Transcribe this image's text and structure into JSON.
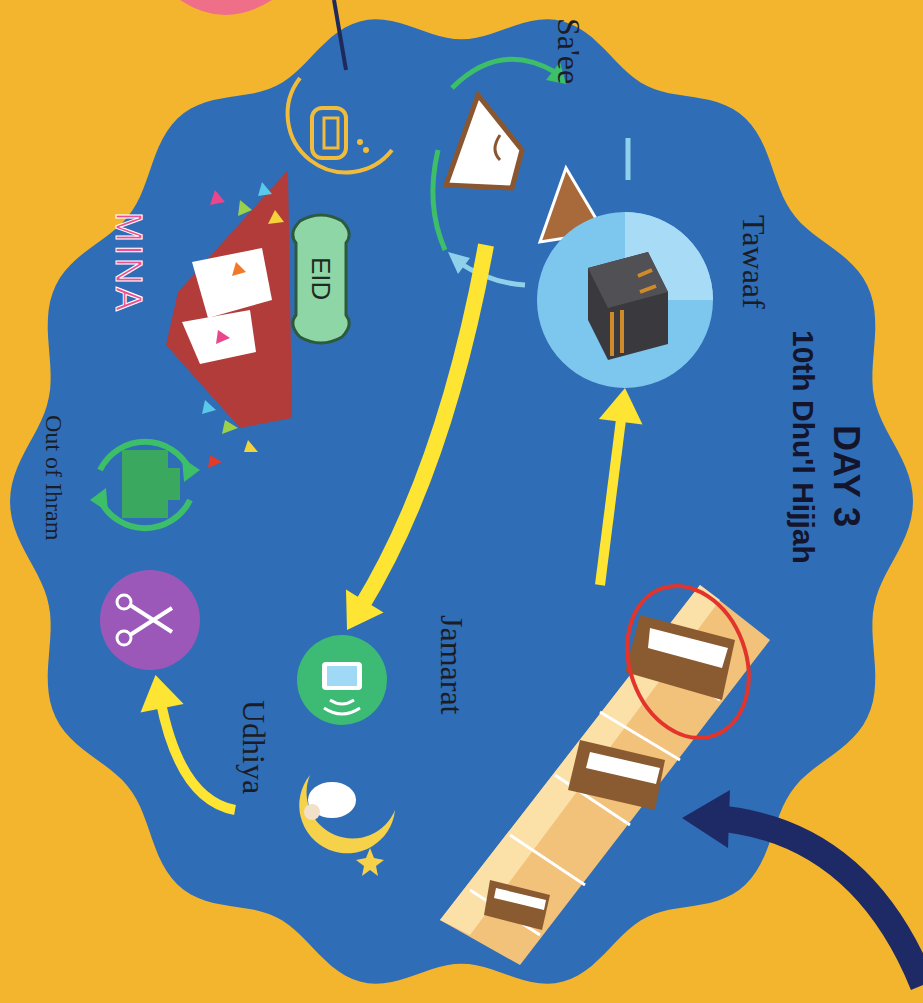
{
  "diagram": {
    "nodes": [
      {
        "text": [
          "DAY 3",
          "10th Dhu'l Hijjah"
        ]
      },
      {
        "text": [
          "Jamarat"
        ],
        "in": 0
      },
      {
        "text": [
          "Tawaaf"
        ],
        "in": 0
      },
      {
        "text": [
          "Sa'ee"
        ],
        "in": 0
      },
      {
        "text": [
          "Udhiya"
        ],
        "in": 0
      },
      {
        "text": [
          "Out of Ihram"
        ],
        "in": 0
      },
      {
        "text": [
          "EID"
        ],
        "in": 0
      },
      {
        "text": [
          "MINA"
        ],
        "in": 0
      }
    ],
    "edges": [
      {
        "from": 1,
        "to": 2,
        "arrow": "to"
      },
      {
        "from": 3,
        "to": 4,
        "arrow": "to"
      },
      {
        "from": 4,
        "to": 5,
        "arrow": "to"
      }
    ]
  }
}
